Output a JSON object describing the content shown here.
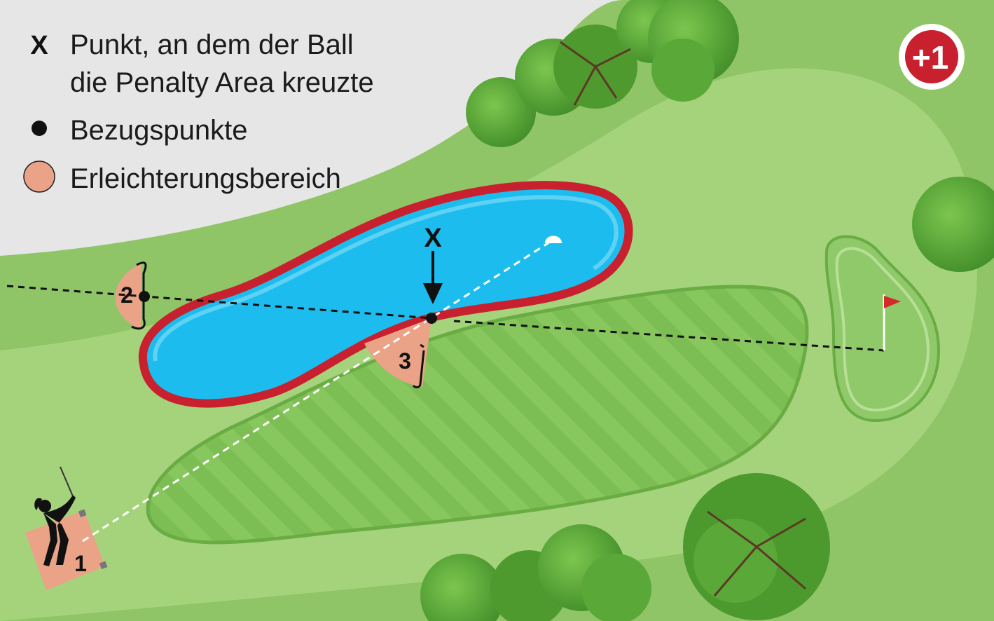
{
  "legend": {
    "cross_symbol": "X",
    "cross_line1": "Punkt, an dem der Ball",
    "cross_line2": "die Penalty Area kreuzte",
    "reference_label": "Bezugspunkte",
    "relief_label": "Erleichterungsbereich"
  },
  "badge": {
    "text": "+1",
    "color": "#c8202e"
  },
  "markers": {
    "cross": "X",
    "point1": "1",
    "point2": "2",
    "point3": "3"
  },
  "colors": {
    "background": "#e6e6e6",
    "rough_light": "#9ccd6f",
    "rough_mid": "#84c35a",
    "fairway": "#7dbf55",
    "water": "#1cbdee",
    "penalty_line": "#c8202e",
    "relief_area": "#eaa386",
    "flag": "#d42a2a",
    "tree_dark": "#4c9a2e",
    "tree_light": "#6dbb45"
  },
  "icons": {
    "golfer": "golfer-silhouette-icon",
    "ball": "golf-ball-icon",
    "flag": "flag-icon",
    "trees": "tree-icon"
  }
}
